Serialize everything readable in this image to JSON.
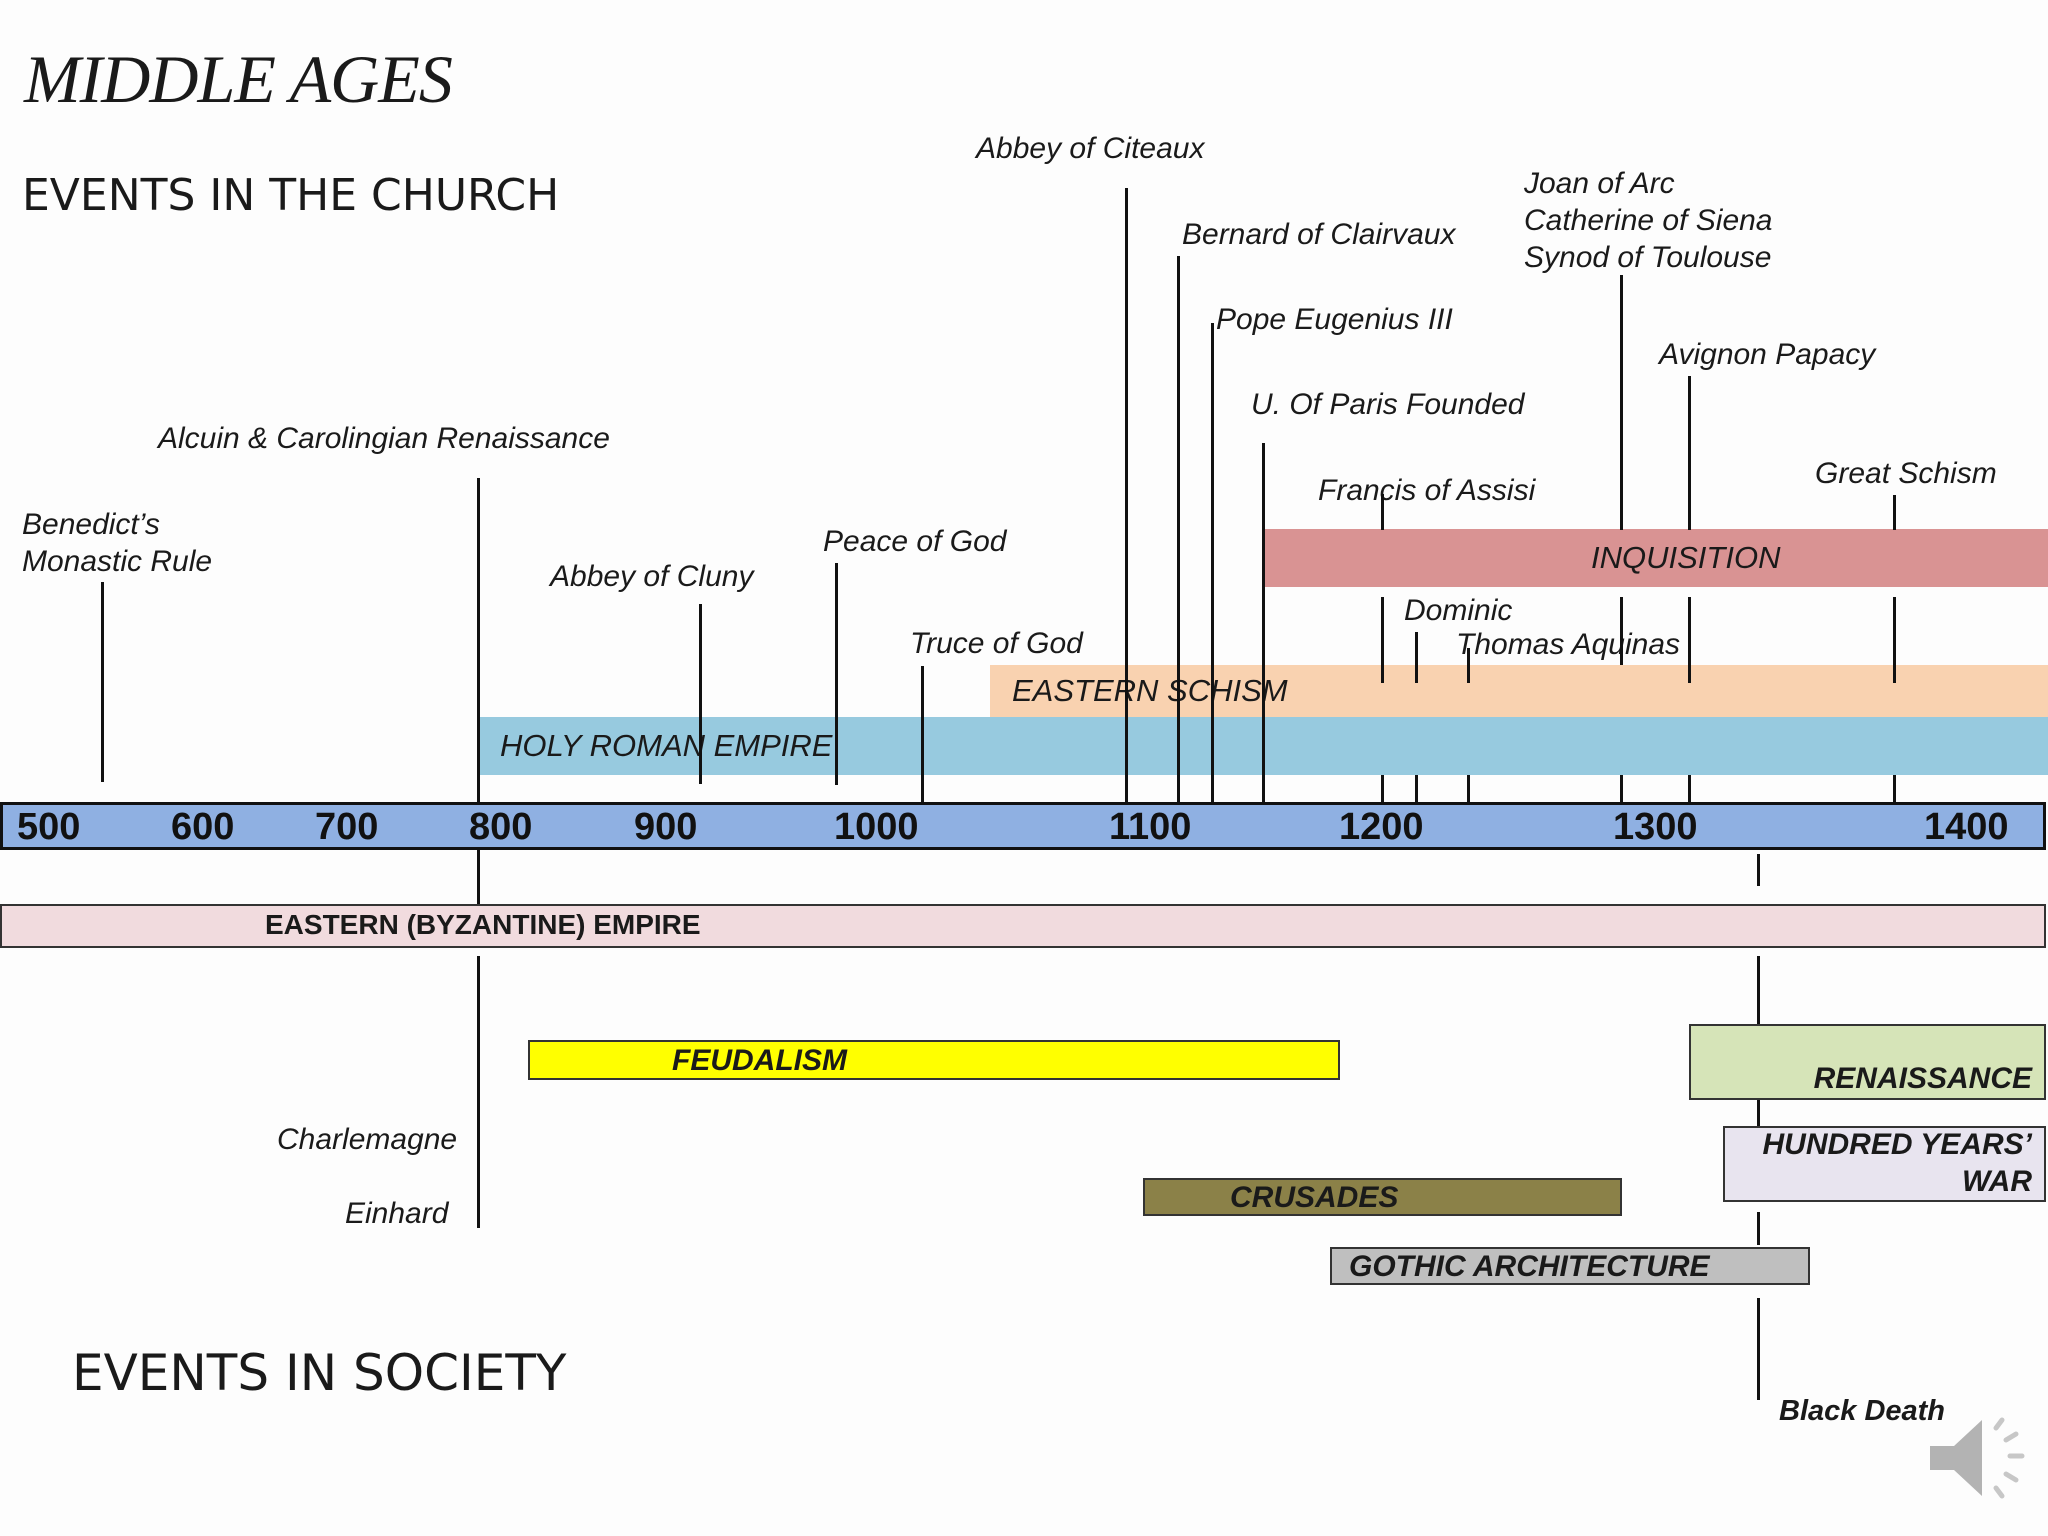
{
  "title": "MIDDLE AGES",
  "church_heading": "EVENTS IN THE CHURCH",
  "society_heading": "EVENTS IN SOCIETY",
  "axis_labels": [
    "500",
    "600",
    "700",
    "800",
    "900",
    "1000",
    "1100",
    "1200",
    "1300",
    "1400"
  ],
  "church_events": {
    "benedict": "Benedict’s",
    "benedict2": "Monastic Rule",
    "alcuin": "Alcuin & Carolingian  Renaissance",
    "cluny": "Abbey of Cluny",
    "peace": "Peace of God",
    "truce": "Truce of God",
    "citeaux": "Abbey of Citeaux",
    "bernard": "Bernard of Clairvaux",
    "eugenius": "Pope Eugenius III",
    "paris": "U. Of Paris Founded",
    "francis": "Francis of Assisi",
    "dominic": "Dominic",
    "aquinas": "Thomas Aquinas",
    "joan": "Joan of Arc",
    "catherine": "Catherine of Siena",
    "synod": "Synod of Toulouse",
    "avignon": "Avignon Papacy",
    "schism": "Great Schism"
  },
  "church_bands": {
    "inquisition": "INQUISITION",
    "eastern_schism": "EASTERN SCHISM",
    "holy_roman": "HOLY ROMAN EMPIRE"
  },
  "society": {
    "byzantine": "EASTERN (BYZANTINE) EMPIRE",
    "feudalism": "FEUDALISM",
    "renaissance": "RENAISSANCE",
    "hundred_1": "HUNDRED YEARS’",
    "hundred_2": "WAR",
    "crusades": "CRUSADES",
    "gothic": "GOTHIC ARCHITECTURE",
    "charlemagne": "Charlemagne",
    "einhard": "Einhard",
    "black_death": "Black Death"
  },
  "colors": {
    "axis": "#8fb0e2",
    "holy_roman": "#97cadf",
    "eastern_schism": "#f9d2b0",
    "inquisition": "#d99393",
    "byzantine": "#f1dbde",
    "feudalism": "#ffff00",
    "renaissance": "#d6e4b8",
    "hundred_years": "#e8e4ef",
    "crusades": "#8b8148",
    "gothic": "#bfbfbf"
  },
  "icons": {
    "speaker": "speaker-icon"
  }
}
